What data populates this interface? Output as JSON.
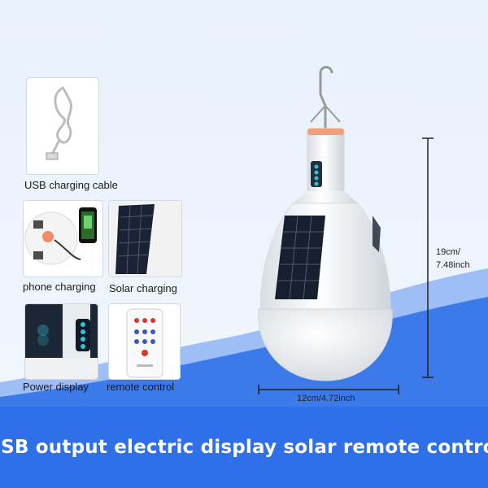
{
  "captions": {
    "usb": "USB charging cable",
    "phone": "phone charging",
    "solar": "Solar charging",
    "power": "Power display",
    "remote": "remote control"
  },
  "dimensions": {
    "height_line1": "19cm/",
    "height_line2": "7.48inch",
    "width": "12cm/4.72inch"
  },
  "banner": {
    "text": "USB output electric display solar remote control"
  },
  "colors": {
    "banner": "#2f6fe8",
    "wave": "#3d7ae9",
    "indicator": "#2ec4d8"
  }
}
